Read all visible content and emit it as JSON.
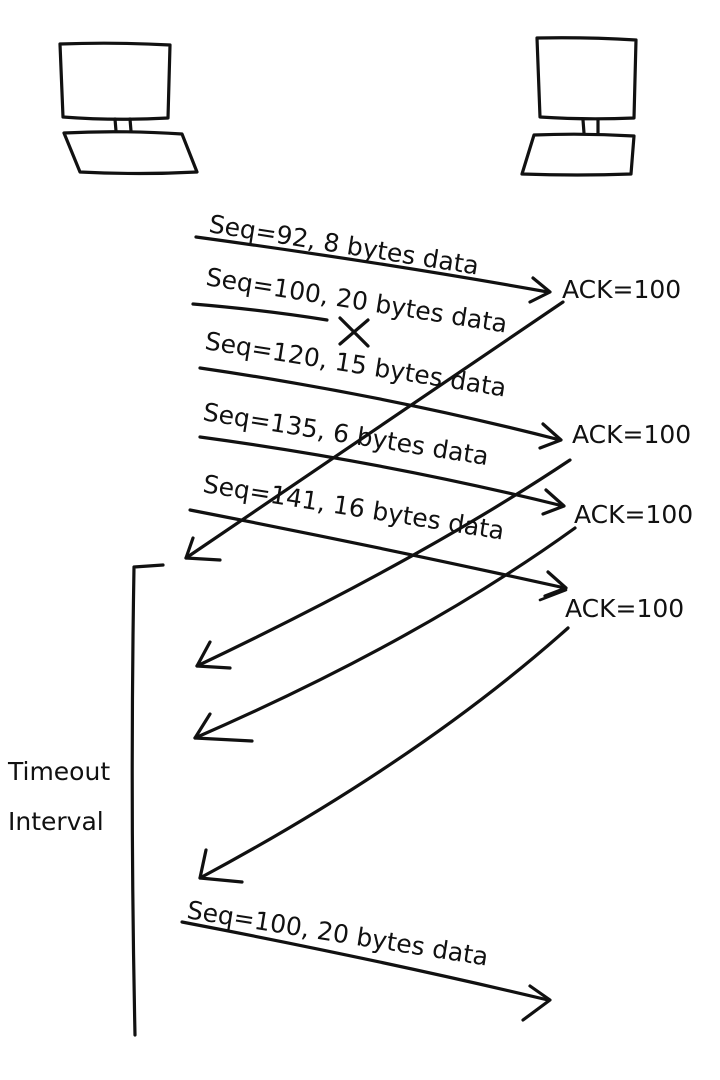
{
  "hosts": {
    "sender": {
      "icon": "computer-icon"
    },
    "receiver": {
      "icon": "computer-icon"
    }
  },
  "segments": [
    {
      "id": "seg-92",
      "text": "Seq=92, 8 bytes data",
      "lost": false
    },
    {
      "id": "seg-100",
      "text": "Seq=100, 20 bytes data",
      "lost": true
    },
    {
      "id": "seg-120",
      "text": "Seq=120, 15 bytes data",
      "lost": false
    },
    {
      "id": "seg-135",
      "text": "Seq=135, 6 bytes data",
      "lost": false
    },
    {
      "id": "seg-141",
      "text": "Seq=141, 16 bytes data",
      "lost": false
    },
    {
      "id": "seg-100-retx",
      "text": "Seq=100, 20 bytes data",
      "lost": false
    }
  ],
  "acks": [
    {
      "id": "ack-1",
      "text": "ACK=100"
    },
    {
      "id": "ack-2",
      "text": "ACK=100"
    },
    {
      "id": "ack-3",
      "text": "ACK=100"
    },
    {
      "id": "ack-4",
      "text": "ACK=100"
    }
  ],
  "timeout": {
    "line1": "Timeout",
    "line2": "Interval"
  },
  "colors": {
    "ink": "#111111",
    "background": "#ffffff"
  }
}
